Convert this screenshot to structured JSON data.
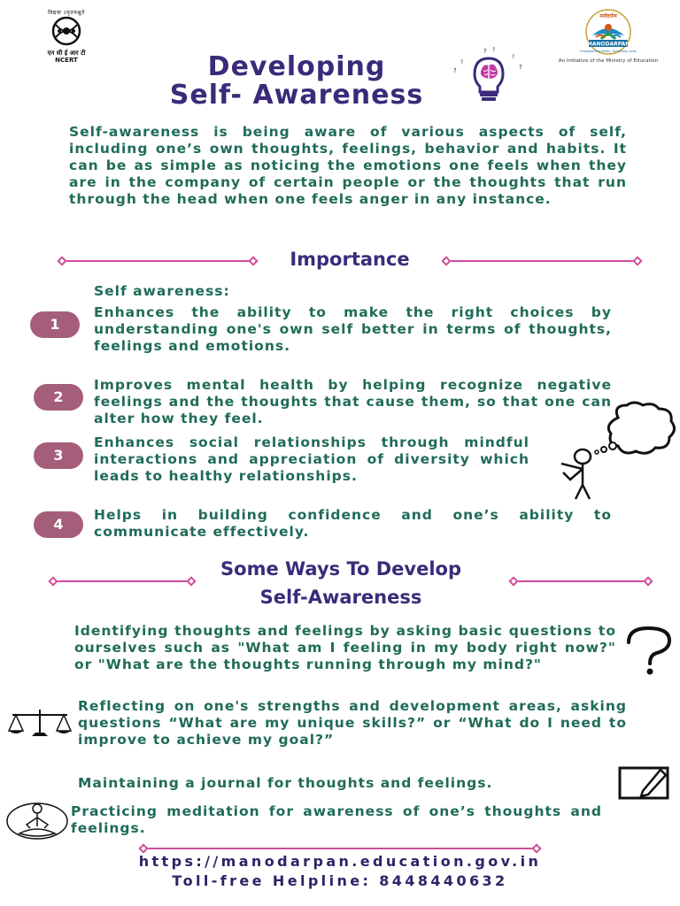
{
  "header": {
    "ncert_motto": "विद्यया ऽमृतमश्नुते",
    "ncert_name": "एन सी ई आर टी",
    "ncert_abbr": "NCERT",
    "manodarpan_name": "MANODARPAN",
    "manodarpan_hindi": "मनोदर्पण",
    "manodarpan_tagline": "Empowering Minds, Enriching Lives",
    "manodarpan_initiative": "An Initiative of the Ministry of Education"
  },
  "title": {
    "line1": "Developing",
    "line2": "Self- Awareness"
  },
  "intro": "Self-awareness is being aware of various aspects of self, including one’s own thoughts, feelings, behavior and habits. It can be as simple as noticing the emotions one feels when they are in the company of certain people or the thoughts that run through the head when one feels anger in any instance.",
  "importance": {
    "heading": "Importance",
    "lead": "Self awareness:",
    "items": [
      {
        "number": "1",
        "text": "Enhances the ability to make the right choices by understanding one's own self better in terms of thoughts, feelings and emotions."
      },
      {
        "number": "2",
        "text": "Improves mental health by helping recognize negative feelings and the thoughts that cause them, so that one can alter how they feel."
      },
      {
        "number": "3",
        "text": "Enhances social relationships through mindful interactions and appreciation of diversity which leads to healthy relationships."
      },
      {
        "number": "4",
        "text": "Helps in building confidence and one’s ability to communicate effectively."
      }
    ]
  },
  "ways": {
    "heading_line1": "Some Ways To Develop",
    "heading_line2": "Self-Awareness",
    "items": [
      {
        "icon": "question-mark-icon",
        "text": "Identifying thoughts and feelings by asking basic questions to ourselves such as \"What am I feeling in my body right now?\" or \"What are the thoughts running through my mind?\""
      },
      {
        "icon": "balance-scale-icon",
        "text": "Reflecting on one's strengths and development areas, asking questions “What are my unique skills?” or “What do I need to improve to achieve my goal?”"
      },
      {
        "icon": "journal-pen-icon",
        "text": "Maintaining a journal for thoughts and feelings."
      },
      {
        "icon": "meditation-icon",
        "text": "Practicing meditation for awareness of one’s thoughts and feelings."
      }
    ]
  },
  "footer": {
    "url": "https://manodarpan.education.gov.in",
    "helpline": "Toll-free Helpline: 8448440632"
  },
  "colors": {
    "title": "#3b2a7a",
    "body_text": "#1f6b58",
    "divider": "#d04b9b",
    "number_pill": "#a55e7a"
  }
}
